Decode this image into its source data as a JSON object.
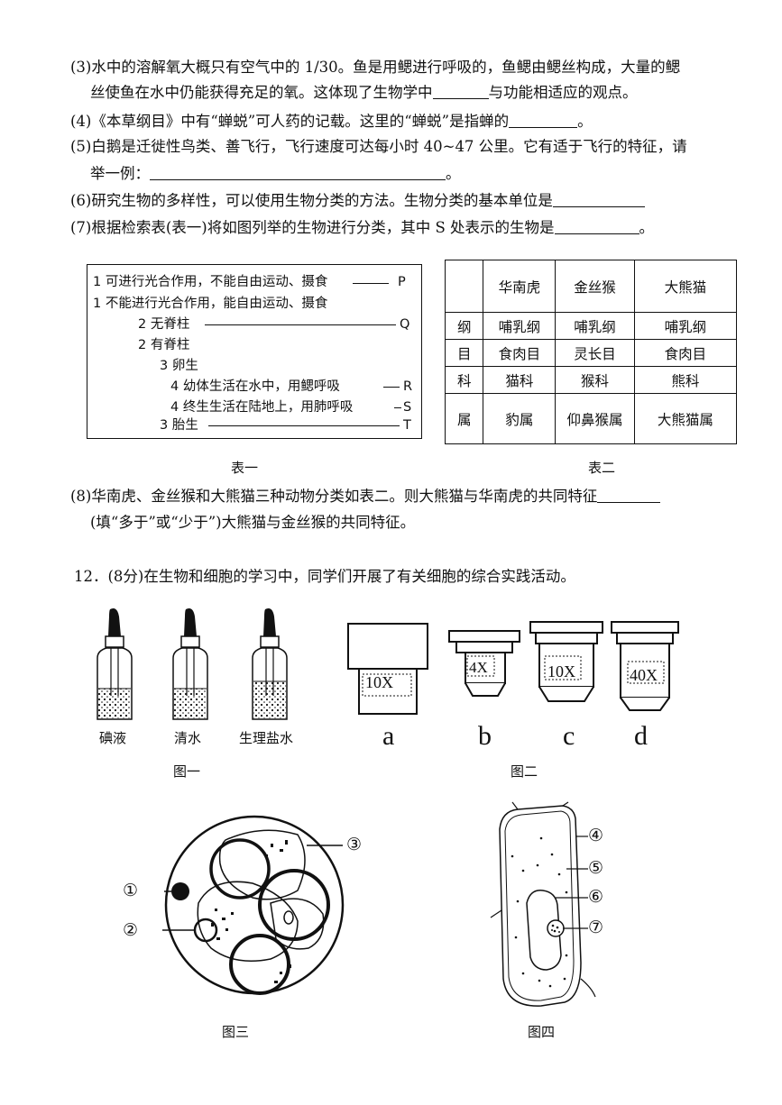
{
  "questions": {
    "q3_line1": "(3)水中的溶解氧大概只有空气中的 1/30。鱼是用鳃进行呼吸的，鱼鳃由鳃丝构成，大量的鳃",
    "q3_line2a": "丝使鱼在水中仍能获得充足的氧。这体现了生物学中",
    "q3_line2b": "与功能相适应的观点。",
    "q4a": "(4)《本草纲目》中有“蝉蜕”可人药的记载。这里的“蝉蜕”是指蝉的",
    "q4b": "。",
    "q5_line1": "(5)白鹅是迁徙性鸟类、善飞行，飞行速度可达每小时 40~47 公里。它有适于飞行的特征，请",
    "q5_line2a": "举一例：",
    "q5_line2b": "。",
    "q6": "(6)研究生物的多样性，可以使用生物分类的方法。生物分类的基本单位是",
    "q7a": "(7)根据检索表(表一)将如图列举的生物进行分类，其中 S 处表示的生物是",
    "q7b": "。",
    "q8_line1": "(8)华南虎、金丝猴和大熊猫三种动物分类如表二。则大熊猫与华南虎的共同特征",
    "q8_line2": "(填“多于”或“少于”)大熊猫与金丝猴的共同特征。",
    "q12": "12．(8分)在生物和细胞的学习中，同学们开展了有关细胞的综合实践活动。"
  },
  "key_table": {
    "caption": "表一",
    "l1": "1 可进行光合作用，不能自由运动、摄食",
    "l1_end": "P",
    "l2": "1 不能进行光合作用，能自由运动、摄食",
    "l3": "2 无脊柱",
    "l3_end": "Q",
    "l4": "2 有脊柱",
    "l5": "3 卵生",
    "l6": "4 幼体生活在水中，用鳃呼吸",
    "l6_end": "R",
    "l7": "4 终生生活在陆地上，用肺呼吸",
    "l7_end": "S",
    "l8": "3 胎生",
    "l8_end": "T"
  },
  "class_table": {
    "caption": "表二",
    "headers": [
      "",
      "华南虎",
      "金丝猴",
      "大熊猫"
    ],
    "rows": [
      [
        "纲",
        "哺乳纲",
        "哺乳纲",
        "哺乳纲"
      ],
      [
        "目",
        "食肉目",
        "灵长目",
        "食肉目"
      ],
      [
        "科",
        "猫科",
        "猴科",
        "熊科"
      ],
      [
        "属",
        "豹属",
        "仰鼻猴属",
        "大熊猫属"
      ]
    ]
  },
  "figure1": {
    "caption": "图一",
    "bottles": [
      "碘液",
      "清水",
      "生理盐水"
    ]
  },
  "figure2": {
    "caption": "图二",
    "lens_a": "10X",
    "lens_b": "4X",
    "lens_c": "10X",
    "lens_d": "40X",
    "letters": [
      "a",
      "b",
      "c",
      "d"
    ]
  },
  "figure3": {
    "caption": "图三",
    "markers": [
      "①",
      "②",
      "③"
    ]
  },
  "figure4": {
    "caption": "图四",
    "markers": [
      "④",
      "⑤",
      "⑥",
      "⑦"
    ]
  }
}
